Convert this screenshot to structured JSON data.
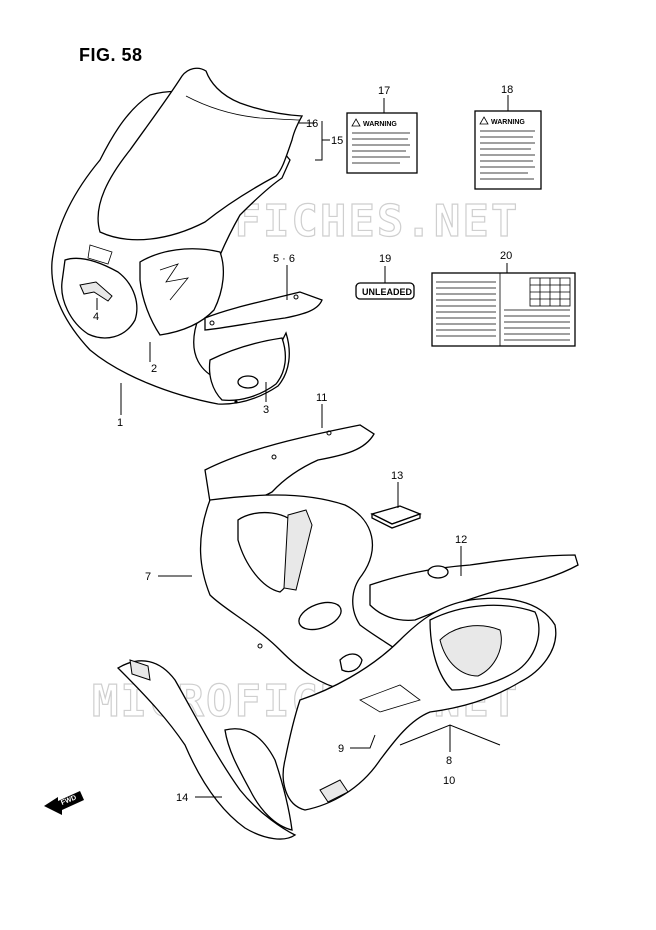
{
  "figure": {
    "title": "FIG. 58"
  },
  "watermark": {
    "text": "MICROFICHES.NET"
  },
  "labels": {
    "warning_17": "WARNING",
    "warning_18": "WARNING",
    "unleaded": "UNLEADED",
    "fwd": "FWD"
  },
  "callouts": {
    "c1": "1",
    "c2": "2",
    "c3": "3",
    "c4": "4",
    "c5_6": "5 · 6",
    "c7": "7",
    "c8": "8",
    "c9": "9",
    "c10": "10",
    "c11": "11",
    "c12": "12",
    "c13": "13",
    "c14": "14",
    "c15": "15",
    "c16": "16",
    "c17": "17",
    "c18": "18",
    "c19": "19",
    "c20": "20"
  }
}
